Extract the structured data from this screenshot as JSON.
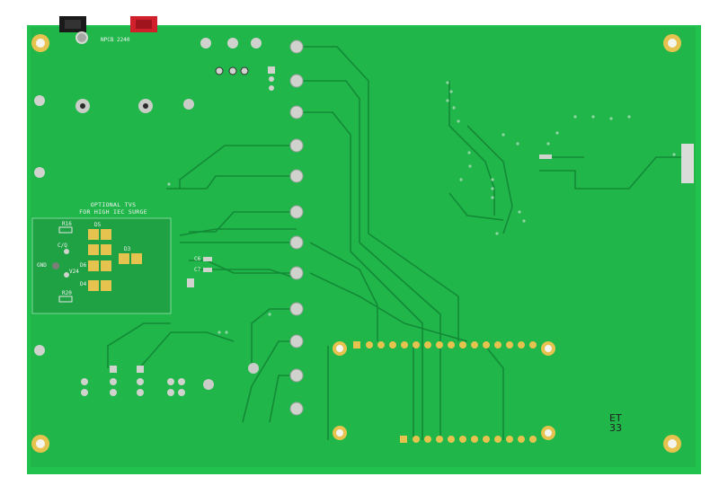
{
  "board": {
    "colors": {
      "soldermask": "#20b64a",
      "soldermask_dark": "#1aa541",
      "edge": "#22c24f",
      "trace": "#138a36",
      "pad_silver": "#c9ccc7",
      "pad_gold": "#e6c24e",
      "terminal_black": "#1a1a1a",
      "terminal_red": "#d0202b"
    },
    "silkscreen": {
      "part_number": "NPCB 2240",
      "tvs_title_line1": "OPTIONAL TVS",
      "tvs_title_line2": "FOR HIGH IEC SURGE",
      "label_cq": "C/Q",
      "label_gnd": "GND",
      "label_v24": "V24",
      "ref_r16": "R16",
      "ref_r20": "R20",
      "ref_d5": "D5",
      "ref_d3": "D3",
      "ref_d6": "D6",
      "ref_d4": "D4",
      "ref_c6": "C6",
      "ref_c7": "C7"
    },
    "marking": {
      "line1": "ET",
      "line2": "33"
    }
  }
}
